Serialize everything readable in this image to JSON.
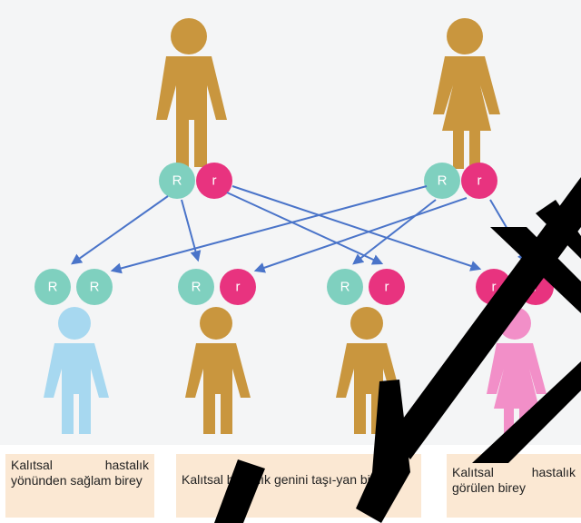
{
  "colors": {
    "healthy": "#a7d8f0",
    "carrier": "#c9963e",
    "affected": "#f28fc8",
    "allele_R": "#7fd0bf",
    "allele_r": "#e8337f",
    "arrow": "#4a74c9",
    "caption_bg": "#fbe8d3",
    "watermark": "#000000"
  },
  "parents": [
    {
      "sex": "male",
      "alleles": [
        "R",
        "r"
      ]
    },
    {
      "sex": "female",
      "alleles": [
        "R",
        "r"
      ]
    }
  ],
  "offspring": [
    {
      "status": "healthy",
      "alleles": [
        "R",
        "R"
      ]
    },
    {
      "status": "carrier",
      "alleles": [
        "R",
        "r"
      ]
    },
    {
      "status": "carrier",
      "alleles": [
        "R",
        "r"
      ]
    },
    {
      "status": "affected",
      "alleles": [
        "r",
        "r"
      ]
    }
  ],
  "captions": {
    "healthy": "Kalıtsal hastalık yönünden sağlam birey",
    "carriers": "Kalıtsal hastalık genini taşı-yan bireyler",
    "affected": "Kalıtsal hastalık görülen birey"
  },
  "watermark": {
    "description_icon": "diagonal-black-strokes"
  }
}
